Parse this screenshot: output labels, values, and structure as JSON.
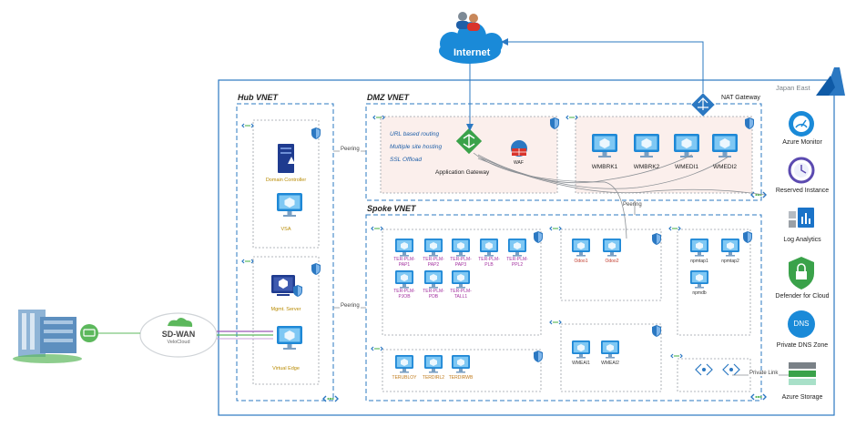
{
  "internet": {
    "label": "Internet"
  },
  "region": {
    "label": "Japan East"
  },
  "nat_gateway": {
    "label": "NAT Gateway"
  },
  "hub_vnet": {
    "title": "Hub VNET",
    "domain_controller": "Domain Controller",
    "vsa": "VSA",
    "mgmt_server": "Mgmt. Server",
    "virtual_edge": "Virtual Edge"
  },
  "dmz_vnet": {
    "title": "DMZ VNET",
    "features": [
      "URL based routing",
      "Multiple site hosting",
      "SSL Offload"
    ],
    "app_gateway": "Application Gateway",
    "waf": "WAF",
    "vms": [
      "WMBRK1",
      "WMBRK2",
      "WMEDI1",
      "WMEDI2"
    ]
  },
  "spoke_vnet": {
    "title": "Spoke VNET",
    "group1": [
      "TER-PLM-PAP1",
      "TER-PLM-PAP2",
      "TER-PLM-PAP3",
      "TER-PLM-PLB",
      "TER-PLM-PPL2",
      "TER-PLM-PJOB",
      "TER-PLM-PDB",
      "TER-PLM-TALL1"
    ],
    "group2": [
      "Odoo1",
      "Odoo2"
    ],
    "group3": [
      "npmtap1",
      "npmtap2",
      "npmdb"
    ],
    "group4": [
      "TERUBLOY",
      "TERDIRL2",
      "TERDIRWB"
    ],
    "group5": [
      "WMEAI1",
      "WMEAI2"
    ]
  },
  "peering": [
    "Peering",
    "Peering",
    "Peering"
  ],
  "private_link": "Private Link",
  "sdwan": {
    "title": "SD-WAN",
    "subtitle": "VeloCloud"
  },
  "services": [
    "Azure Monitor",
    "Reserved Instance",
    "Log Analytics",
    "Defender for Cloud",
    "Private DNS Zone",
    "Azure Storage"
  ],
  "colors": {
    "azure_blue": "#1a73c8",
    "hub_text": "#b88a00",
    "pink_text": "#a3309f",
    "red_text": "#c0392b",
    "orange_text": "#c07a1a",
    "sdwan_green": "#5cb85c"
  }
}
